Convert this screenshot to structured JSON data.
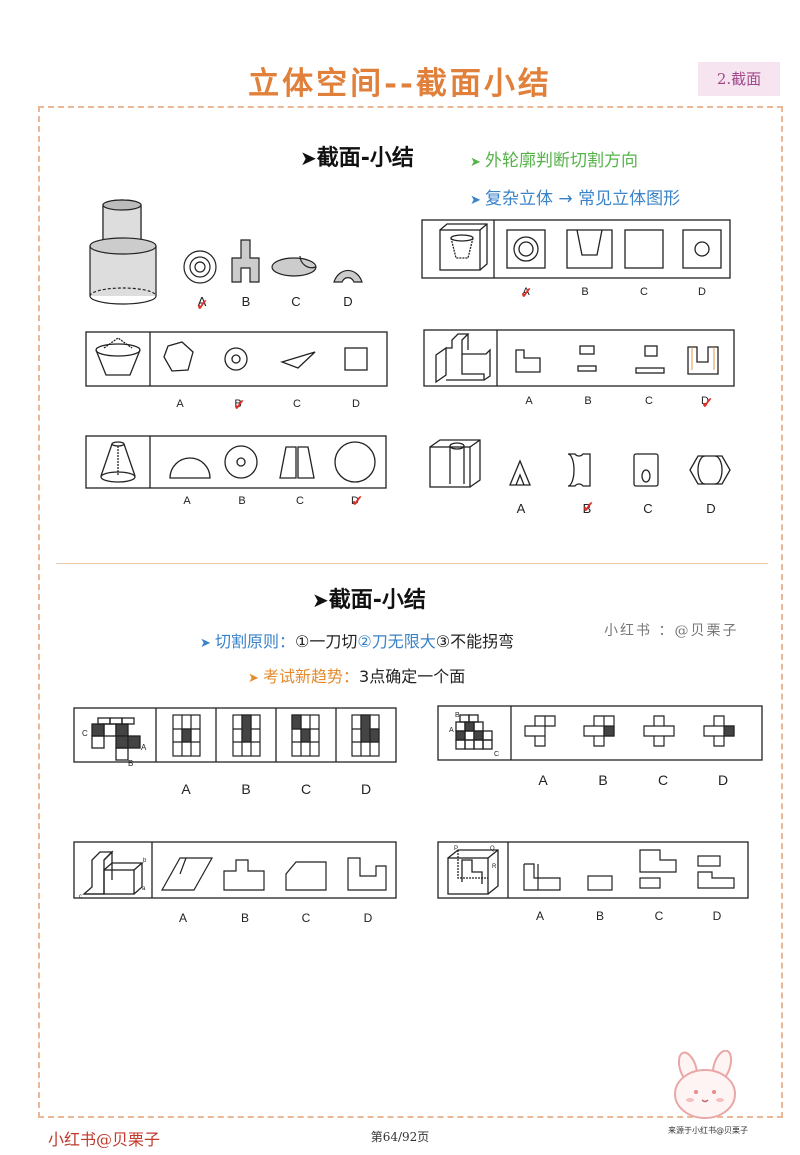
{
  "header": {
    "title": "立体空间--截面小结",
    "tag": "2.截面"
  },
  "section1": {
    "heading": "截面-小结",
    "tips": [
      "外轮廓判断切割方向",
      "复杂立体 → 常见立体图形"
    ]
  },
  "section2": {
    "heading": "截面-小结",
    "principle_label": "切割原则：",
    "principle_1": "①一刀切",
    "principle_2": "②刀无限大",
    "principle_3": "③不能拐弯",
    "trend_label": "考试新趋势：",
    "trend_text": "3点确定一个面",
    "watermark": "小红书 ：@贝栗子"
  },
  "option_letters": [
    "A",
    "B",
    "C",
    "D"
  ],
  "cube_vertex_labels": {
    "top": [
      "B",
      "C"
    ],
    "mid": [
      "A"
    ],
    "q2": [
      "B",
      "A",
      "C"
    ],
    "q3": [
      "b",
      "a",
      "c"
    ],
    "q4": [
      "P",
      "Q",
      "R"
    ]
  },
  "checkmark": "✓",
  "colors": {
    "title": "#e0803a",
    "tip_green": "#56b34a",
    "tip_blue": "#3a83c8",
    "trend_orange": "#e68a2e",
    "check_red": "#e0302a",
    "frame_dash": "#eab896"
  },
  "footer": {
    "left": "小红书@贝栗子",
    "page": "第64/92页",
    "right": "来源于小红书@贝栗子"
  }
}
